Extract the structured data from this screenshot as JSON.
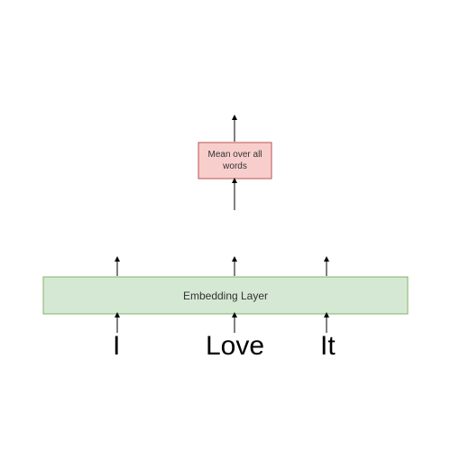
{
  "mean_box": {
    "label": "Mean over all words",
    "fill": "#f8cecc",
    "stroke": "#b85450"
  },
  "embedding_layer": {
    "label": "Embedding Layer",
    "fill": "#d5e8d4",
    "stroke": "#82b366"
  },
  "input_words": [
    "I",
    "Love",
    "It"
  ],
  "arrow_color": "#000000"
}
